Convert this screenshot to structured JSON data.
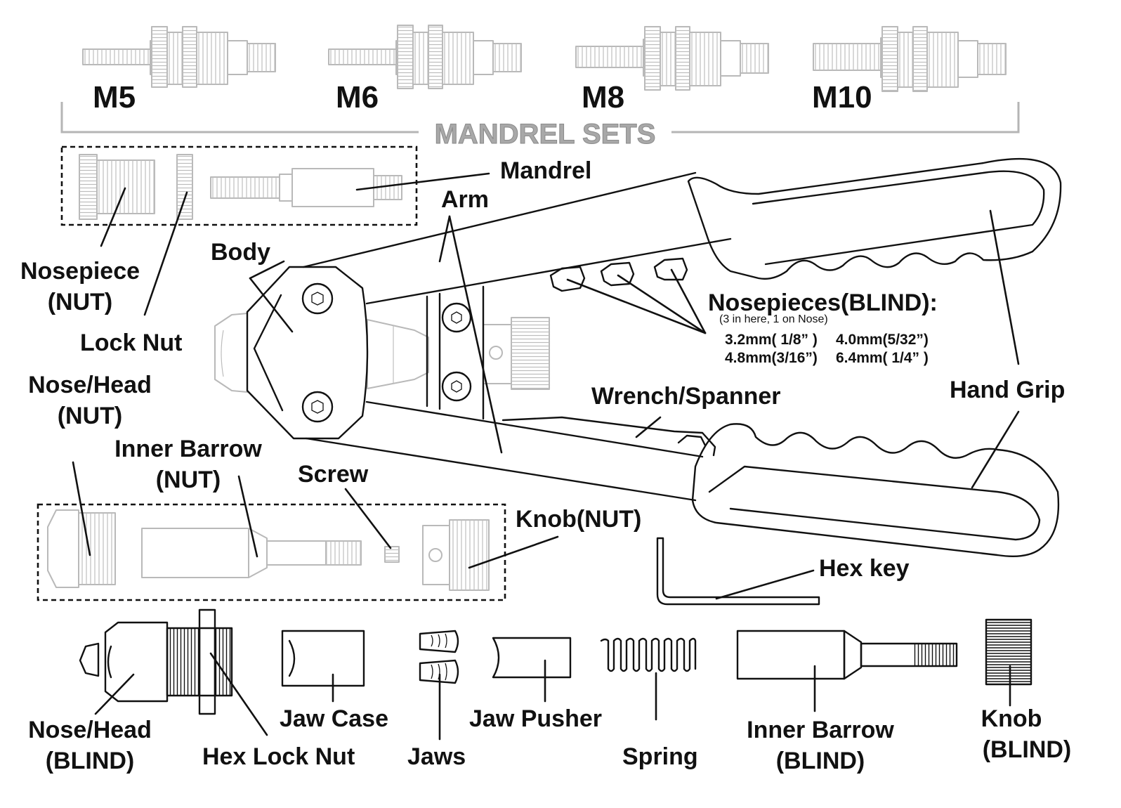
{
  "mandrel_sizes": [
    "M5",
    "M6",
    "M8",
    "M10"
  ],
  "mandrel_sets_title": "MANDREL SETS",
  "labels": {
    "mandrel": "Mandrel",
    "arm": "Arm",
    "body": "Body",
    "nosepiece_nut_1": "Nosepiece",
    "nosepiece_nut_2": "(NUT)",
    "lock_nut": "Lock Nut",
    "nose_head_nut_1": "Nose/Head",
    "nose_head_nut_2": "(NUT)",
    "inner_barrow_nut_1": "Inner Barrow",
    "inner_barrow_nut_2": "(NUT)",
    "screw": "Screw",
    "knob_nut": "Knob(NUT)",
    "hand_grip": "Hand Grip",
    "wrench_spanner": "Wrench/Spanner",
    "hex_key": "Hex key",
    "nosepieces_blind_title": "Nosepieces(BLIND):",
    "nosepieces_blind_note": "(3 in here, 1 on Nose)",
    "nosepiece_sizes": [
      "3.2mm( 1/8” )",
      "4.0mm(5/32”)",
      "4.8mm(3/16”)",
      "6.4mm( 1/4” )"
    ],
    "nose_head_blind_1": "Nose/Head",
    "nose_head_blind_2": "(BLIND)",
    "hex_lock_nut": "Hex Lock Nut",
    "jaw_case": "Jaw Case",
    "jaws": "Jaws",
    "jaw_pusher": "Jaw Pusher",
    "spring": "Spring",
    "inner_barrow_blind_1": "Inner Barrow",
    "inner_barrow_blind_2": "(BLIND)",
    "knob_blind_1": "Knob",
    "knob_blind_2": "(BLIND)"
  },
  "colors": {
    "ink": "#111111",
    "gray_part": "#b9b9b9",
    "background": "#ffffff"
  }
}
